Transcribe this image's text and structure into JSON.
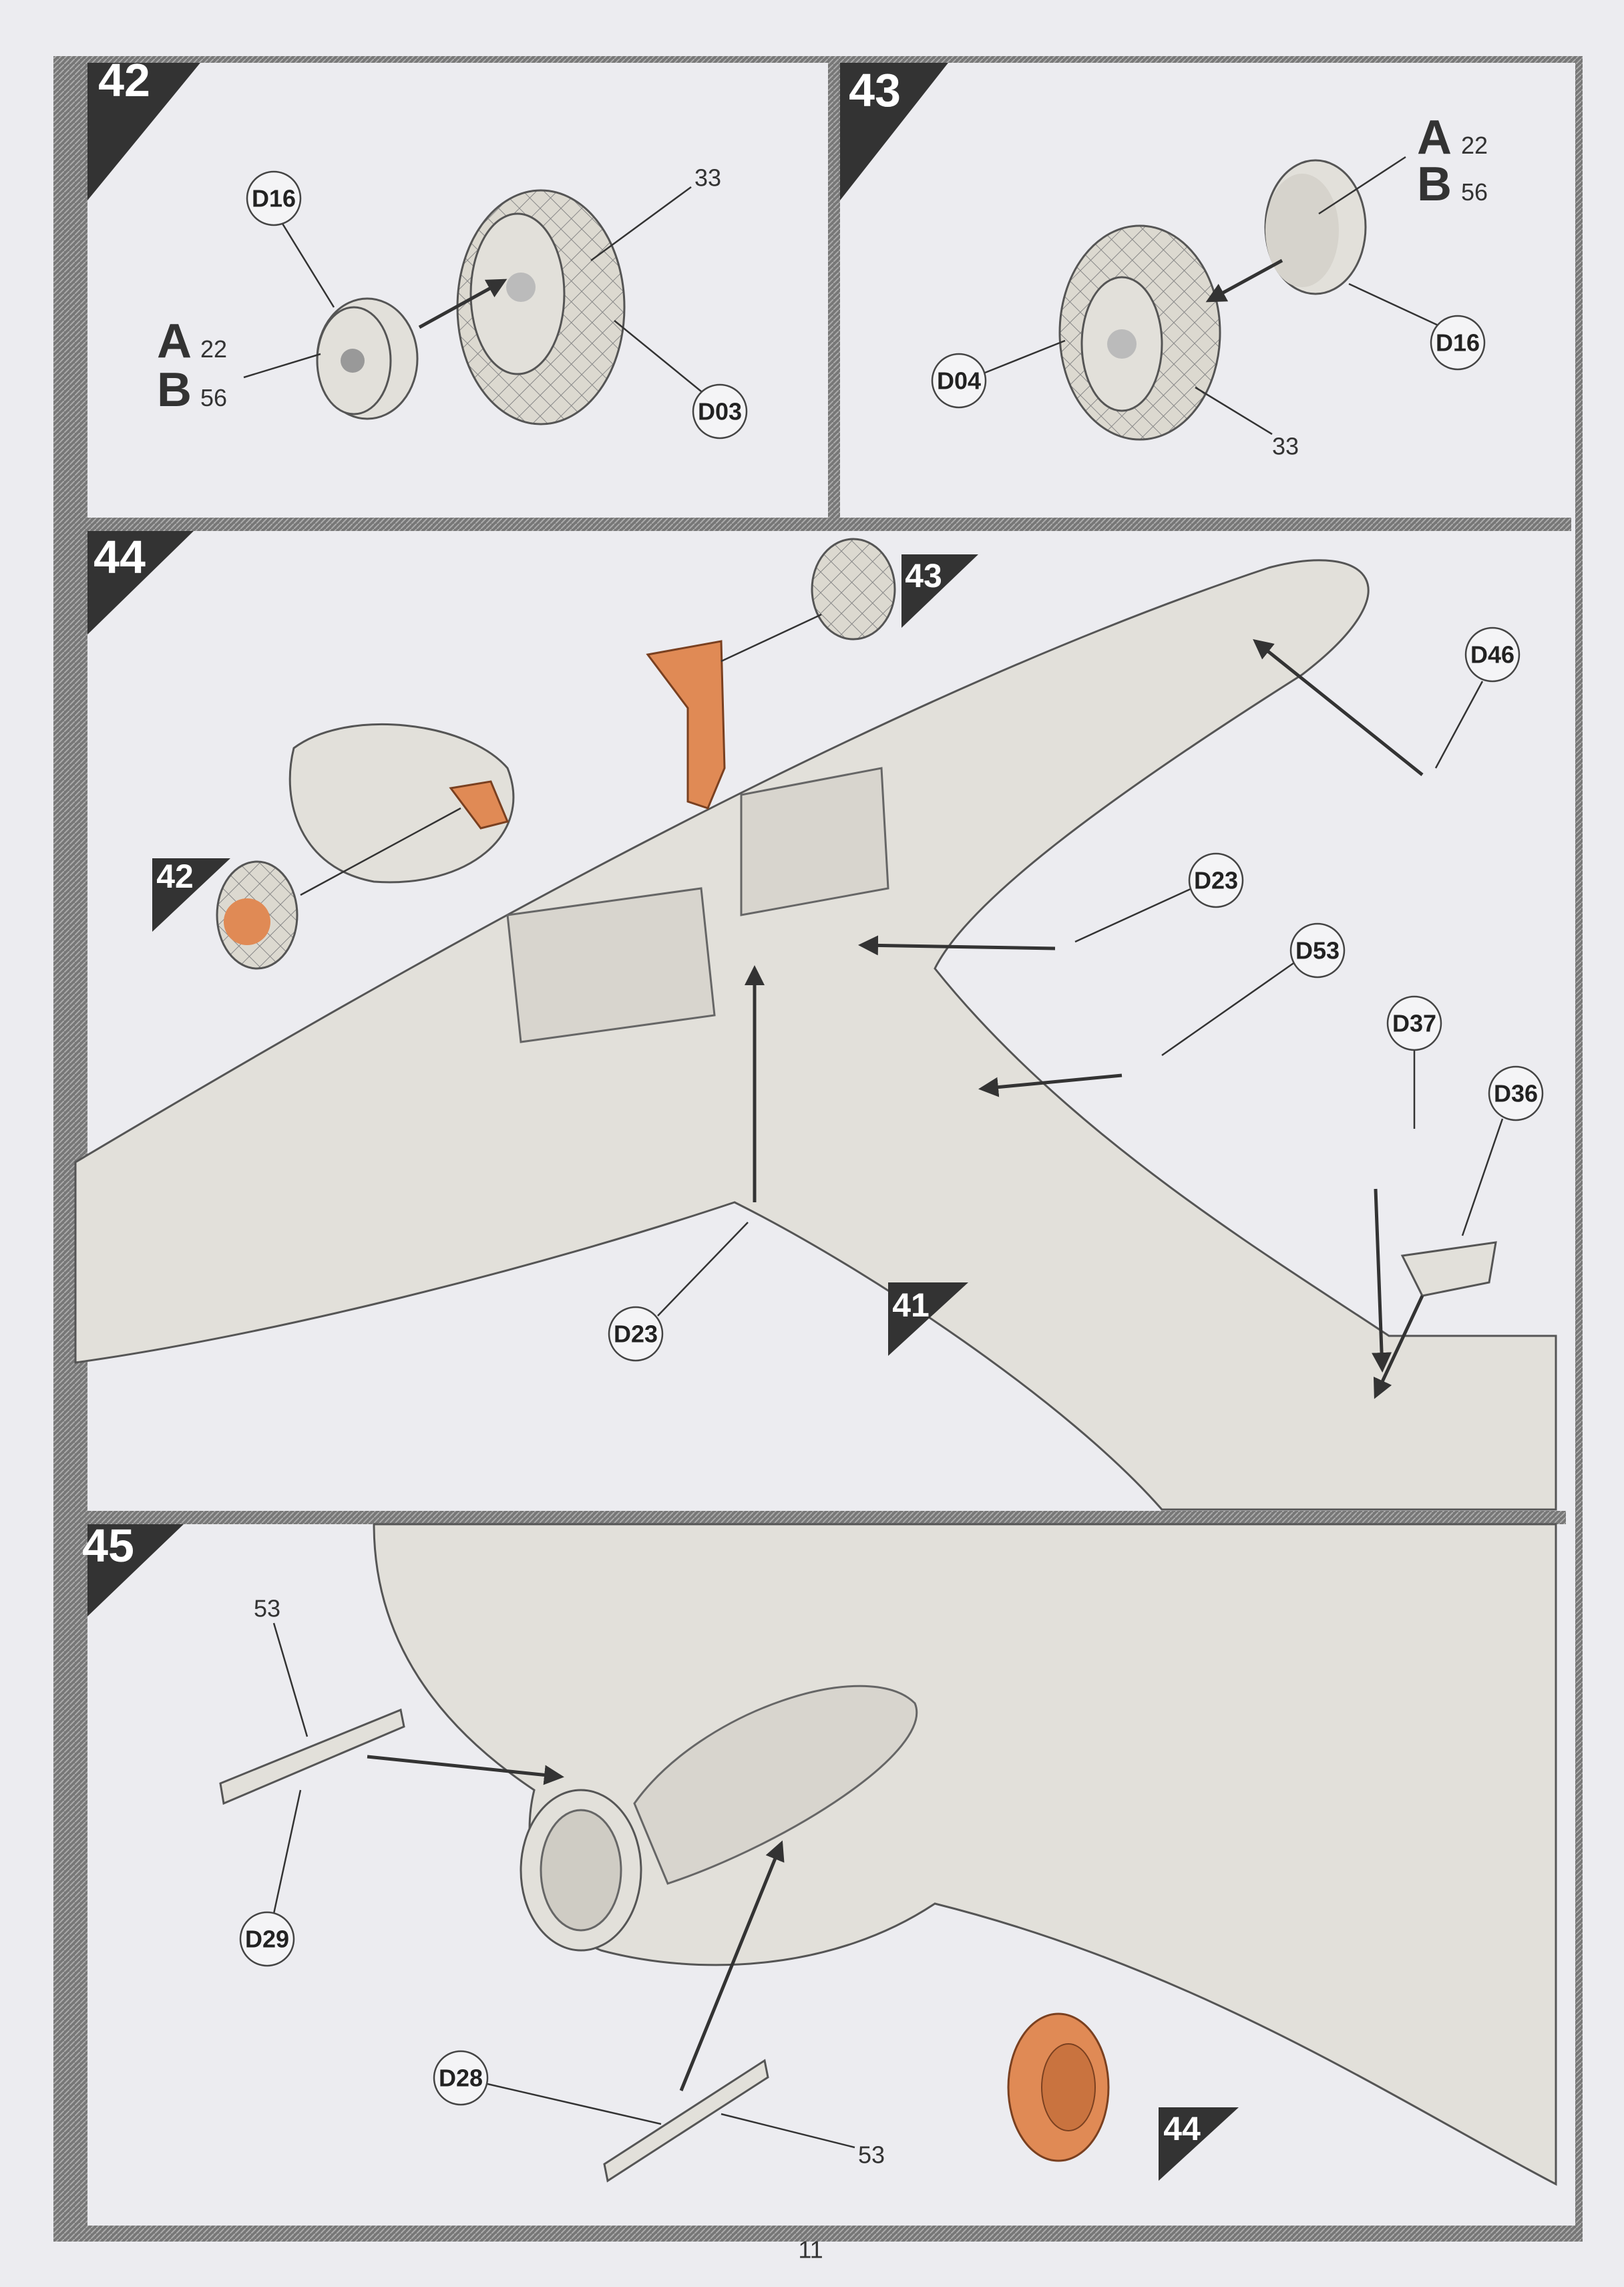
{
  "page_number": "11",
  "colors": {
    "frame": "#6e6e6e",
    "badge": "#333333",
    "highlight_part": "#e08a55",
    "part": "#e2e0da"
  },
  "steps": [
    {
      "number": "42",
      "callouts": {
        "hub": "D16",
        "tyre_part": "D03",
        "tyre": "33",
        "a_letter": "A",
        "a_value": "22",
        "b_letter": "B",
        "b_value": "56"
      }
    },
    {
      "number": "43",
      "callouts": {
        "cap": "D16",
        "hub": "D04",
        "tyre": "33",
        "a_letter": "A",
        "a_value": "22",
        "b_letter": "B",
        "b_value": "56"
      }
    },
    {
      "number": "44",
      "callouts": {
        "ref_step_43": "43",
        "ref_step_42": "42",
        "ref_step_41": "41",
        "d46": "D46",
        "d23_upper": "D23",
        "d53": "D53",
        "d37": "D37",
        "d36": "D36",
        "d23_lower": "D23"
      }
    },
    {
      "number": "45",
      "callouts": {
        "exhaust_left_num": "53",
        "exhaust_left_part": "D29",
        "exhaust_right_part": "D28",
        "exhaust_right_num": "53",
        "ref_step_44": "44"
      }
    }
  ]
}
